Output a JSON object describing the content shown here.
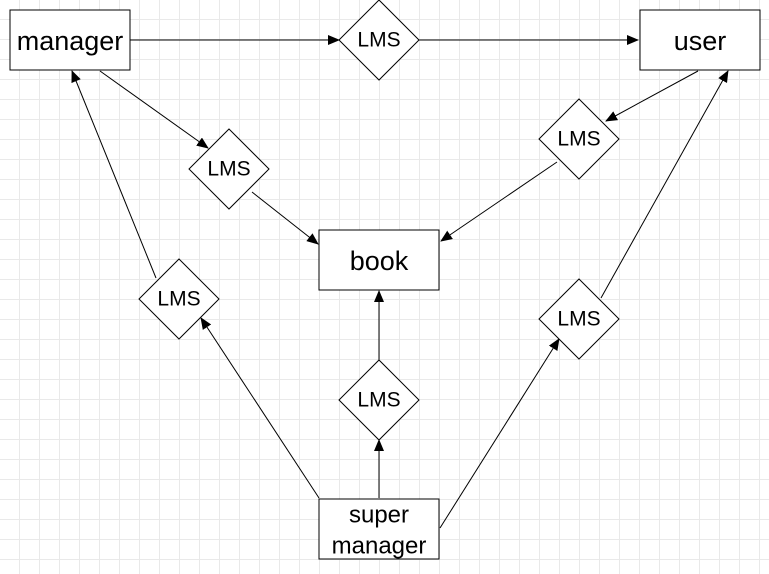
{
  "entities": {
    "manager": "manager",
    "user": "user",
    "book": "book",
    "super_manager": [
      "super",
      "manager"
    ]
  },
  "relationships": {
    "manager_user": "LMS",
    "manager_book": "LMS",
    "user_book": "LMS",
    "super_manager_manager": "LMS",
    "super_manager_book": "LMS",
    "super_manager_user": "LMS"
  },
  "colors": {
    "stroke": "#000000",
    "fill": "#ffffff",
    "grid": "#e9e9e9"
  }
}
